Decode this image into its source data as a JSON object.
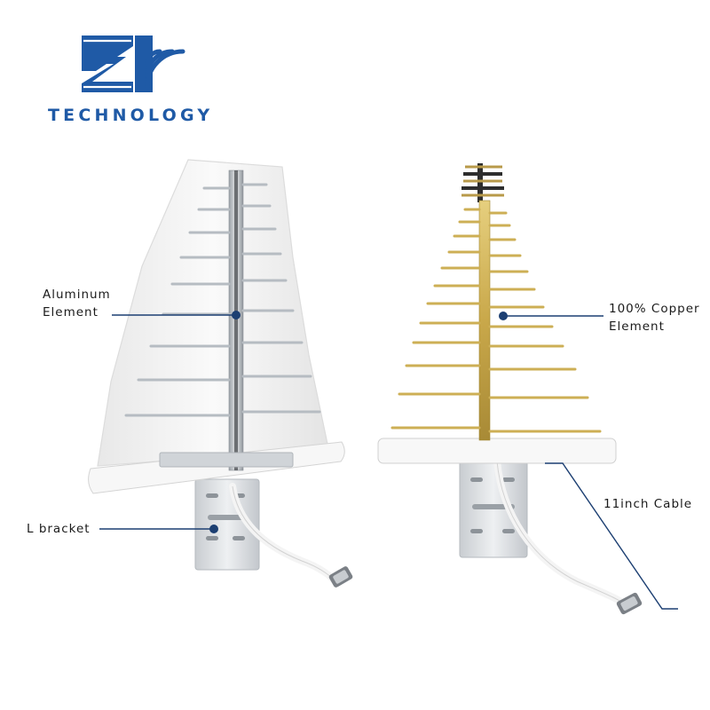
{
  "brand": {
    "logo_icon": "zd-wireless-logo-icon",
    "name": "TECHNOLOGY",
    "color": "#1f5aa6"
  },
  "callouts": {
    "aluminum": {
      "line1": "Aluminum",
      "line2": "Element"
    },
    "copper": {
      "line1": "100% Copper",
      "line2": "Element"
    },
    "bracket": "L bracket",
    "cable": "11inch Cable"
  },
  "colors": {
    "callout_line": "#1c3f72",
    "copper": "#c9a84a",
    "aluminum": "#c8ccd2",
    "housing": "#f1f1f1"
  }
}
